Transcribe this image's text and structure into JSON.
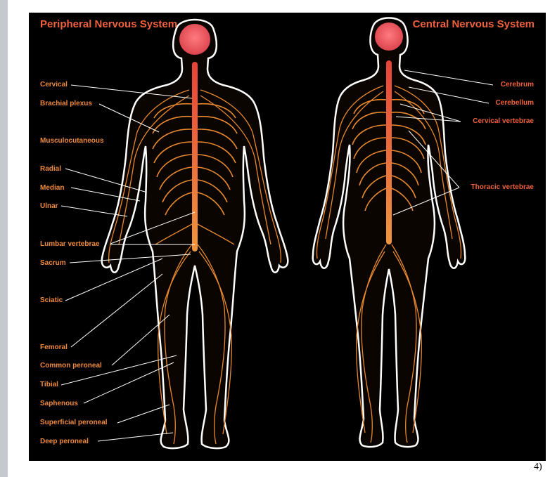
{
  "figure": {
    "title_left": "Peripheral Nervous System",
    "title_right": "Central Nervous System",
    "colors": {
      "background": "#000000",
      "outline": "#ffffff",
      "nerve": "#e8892e",
      "spinal_cord": "#e8433a",
      "brain": "#f2555b",
      "label_peripheral": "#f08a3c",
      "label_central": "#f0603c"
    },
    "peripheral_labels": [
      "Cervical",
      "Brachial plexus",
      "Musculocutaneous",
      "Radial",
      "Median",
      "Ulnar",
      "Lumbar vertebrae",
      "Sacrum",
      "Sciatic",
      "Femoral",
      "Common peroneal",
      "Tibial",
      "Saphenous",
      "Superficial peroneal",
      "Deep peroneal"
    ],
    "central_labels": [
      "Cerebrum",
      "Cerebellum",
      "Cervical vertebrae",
      "Thoracic vertebrae"
    ]
  },
  "page_number": "4)"
}
